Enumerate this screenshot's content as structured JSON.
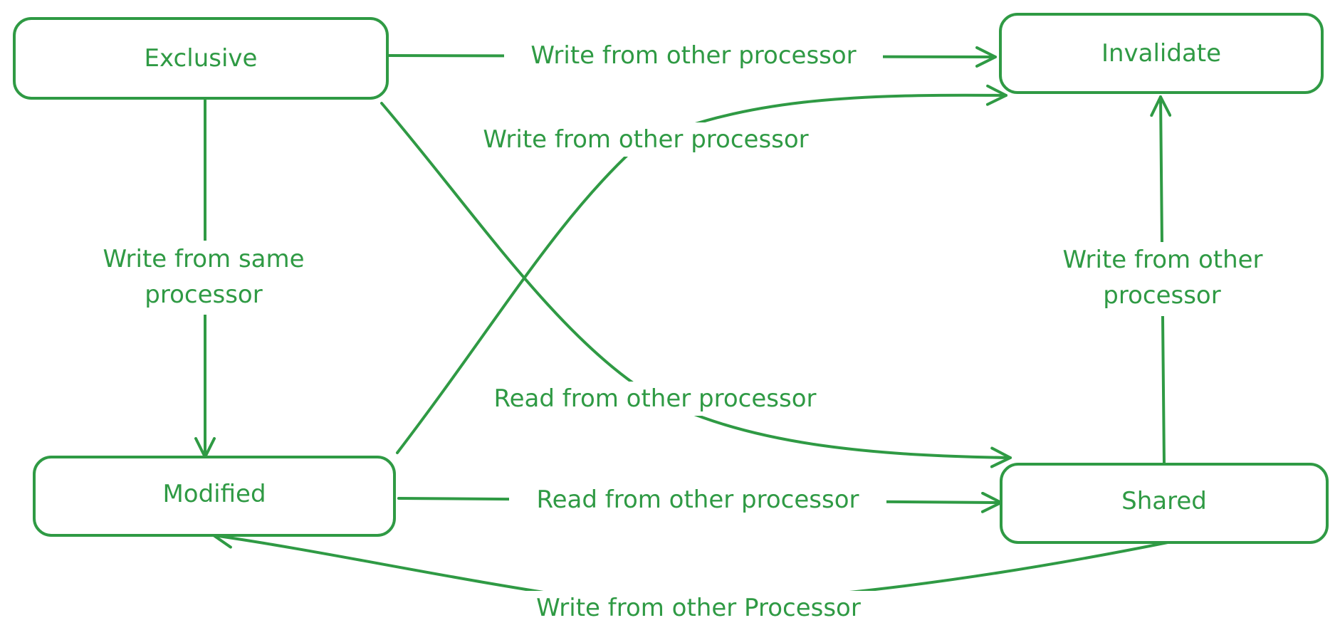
{
  "colors": {
    "stroke": "#2f9a44",
    "label_bg": "#ffffff"
  },
  "states": {
    "exclusive": "Exclusive",
    "invalidate": "Invalidate",
    "modified": "Modified",
    "shared": "Shared"
  },
  "edges": {
    "exclusive_to_invalidate": "Write from other processor",
    "modified_to_invalidate": "Write from other processor",
    "exclusive_to_modified": [
      "Write from same",
      "processor"
    ],
    "exclusive_to_shared": "Read from other processor",
    "shared_to_invalidate": [
      "Write from other",
      "processor"
    ],
    "modified_to_shared": "Read from other processor",
    "shared_to_modified": "Write from other Processor"
  }
}
